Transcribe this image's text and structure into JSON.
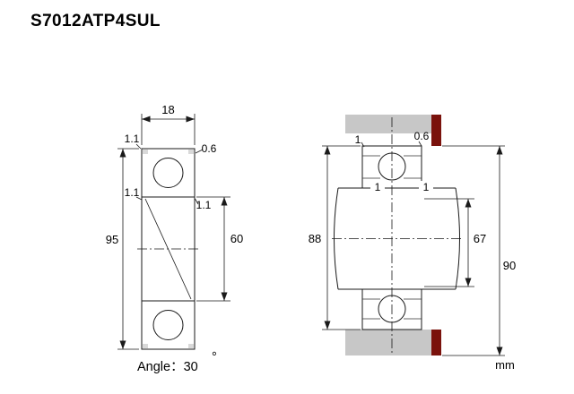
{
  "title": "S7012ATP4SUL",
  "unit_label": "mm",
  "colors": {
    "ring_orange": "#ee4c1a",
    "housing_gray": "#c7c7c7",
    "corner_gray": "#d9d9d9",
    "seal_maroon": "#7a120c"
  },
  "left_view": {
    "width": "18",
    "chamfer_top_left": "1.1",
    "chamfer_top_right": "0.6",
    "chamfer_outer_left": "1.1",
    "chamfer_inner": "1.1",
    "outer_diameter": "95",
    "bore_diameter": "60",
    "angle_label": "Angle：30",
    "angle_degree_symbol": "°"
  },
  "right_view": {
    "housing_fillet": "1",
    "housing_chamfer": "0.6",
    "housing_abutment_diameter": "88",
    "shaft_fillet_left": "1",
    "shaft_fillet_right": "1",
    "shaft_abutment_diameter": "67",
    "housing_recess_diameter": "90"
  }
}
